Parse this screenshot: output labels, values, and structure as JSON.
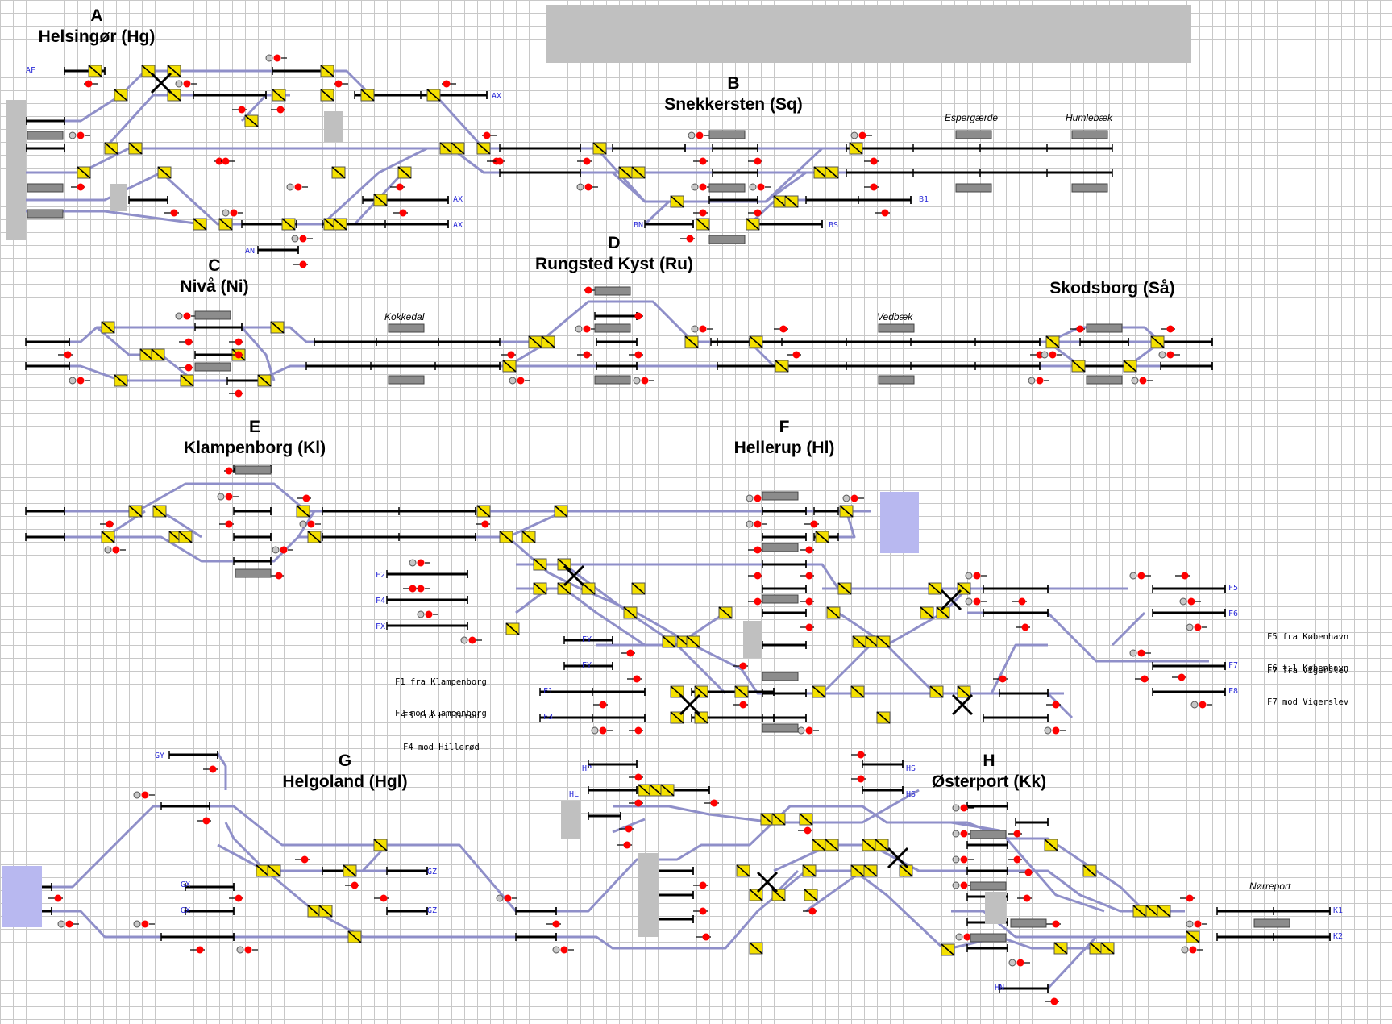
{
  "stations": [
    {
      "letter": "A",
      "name": "Helsingør (Hg)"
    },
    {
      "letter": "B",
      "name": "Snekkersten (Sq)"
    },
    {
      "letter": "C",
      "name": "Nivå (Ni)"
    },
    {
      "letter": "D",
      "name": "Rungsted Kyst (Ru)"
    },
    {
      "letter": "",
      "name": "Skodsborg (Så)"
    },
    {
      "letter": "E",
      "name": "Klampenborg (Kl)"
    },
    {
      "letter": "F",
      "name": "Hellerup (Hl)"
    },
    {
      "letter": "G",
      "name": "Helgoland (Hgl)"
    },
    {
      "letter": "H",
      "name": "Østerport (Kk)"
    }
  ],
  "places": [
    "Espergærde",
    "Humlebæk",
    "Kokkedal",
    "Vedbæk",
    "Nørreport"
  ],
  "terminals": {
    "A": [
      "AF",
      "AX",
      "AX",
      "AX",
      "AN"
    ],
    "B": [
      "B1",
      "BN",
      "BS"
    ],
    "F": [
      "F2",
      "F4",
      "FX",
      "FY",
      "FY",
      "F1",
      "F3",
      "F5",
      "F6",
      "F7",
      "F8"
    ],
    "G": [
      "GY",
      "GX",
      "GZ",
      "GX",
      "GZ"
    ],
    "H": [
      "HP",
      "HL",
      "HS",
      "HS",
      "HN",
      "K1",
      "K2"
    ]
  },
  "notes": {
    "f1f2": [
      "F1 fra Klampenborg",
      "F2 mod Klampenborg"
    ],
    "f3f4": [
      "F3 fra Hillerød",
      "F4 mod Hillerød"
    ],
    "f5f6": [
      "F5 fra København",
      "F6 til København"
    ],
    "f7": [
      "F7 fra Vigerslev",
      "F7 mod Vigerslev"
    ]
  },
  "colors": {
    "track": "#8f8fc9",
    "rail": "#000000",
    "switch": "#f4e000",
    "signal_red": "#ff0000",
    "signal_grey": "#c8c8c8",
    "platform": "#8c8c8c",
    "terminal_text": "#2b2bd8",
    "buffer": "#b8b8f0"
  }
}
